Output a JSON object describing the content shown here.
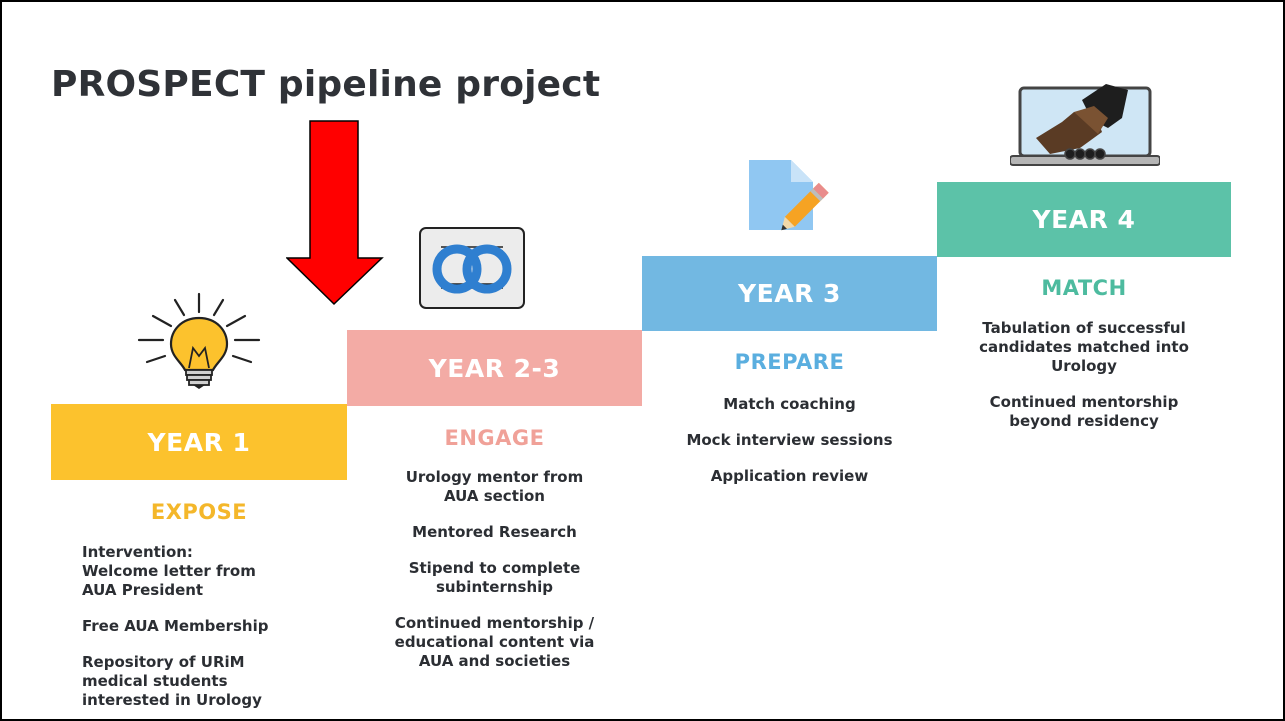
{
  "title": "PROSPECT pipeline project",
  "colors": {
    "year1": "#fcc22d",
    "year2": "#f3aba5",
    "year3": "#72b8e2",
    "year4": "#5cc2a8",
    "arrow": "#ff0000"
  },
  "steps": [
    {
      "year": "YEAR 1",
      "phase": "EXPOSE",
      "icon": "lightbulb-icon",
      "items": [
        "Intervention:\nWelcome letter from\nAUA President",
        "Free AUA Membership",
        "Repository of URiM\nmedical students\ninterested in Urology"
      ]
    },
    {
      "year": "YEAR 2-3",
      "phase": "ENGAGE",
      "icon": "linked-rings-icon",
      "items": [
        "Urology mentor from\nAUA section",
        "Mentored Research",
        "Stipend to complete\nsubinternship",
        "Continued mentorship /\neducational content via\nAUA and societies"
      ]
    },
    {
      "year": "YEAR 3",
      "phase": "PREPARE",
      "icon": "document-pencil-icon",
      "items": [
        "Match coaching",
        "Mock interview sessions",
        "Application review"
      ]
    },
    {
      "year": "YEAR 4",
      "phase": "MATCH",
      "icon": "laptop-handshake-icon",
      "items": [
        "Tabulation of successful\ncandidates matched into\nUrology",
        "Continued mentorship\nbeyond residency"
      ]
    }
  ]
}
